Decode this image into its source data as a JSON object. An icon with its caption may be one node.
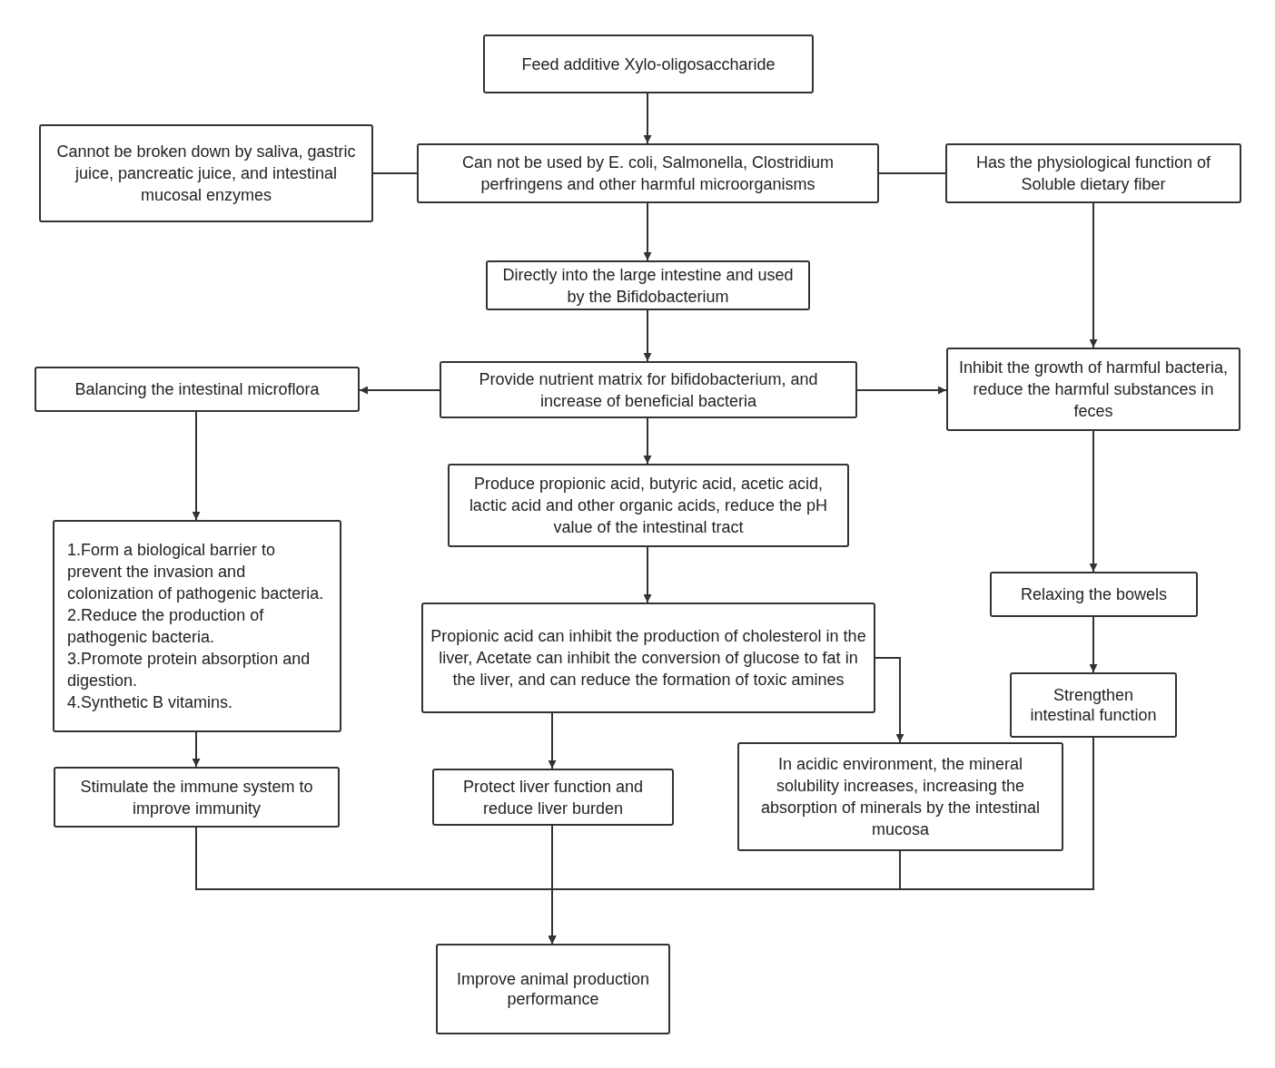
{
  "diagram": {
    "nodes": [
      {
        "text": [
          "Feed additive Xylo-oligosaccharide"
        ]
      },
      {
        "text": [
          "Cannot be broken down by saliva, gastric juice, pancreatic juice, and intestinal mucosal enzymes"
        ]
      },
      {
        "text": [
          "Can not be used by E. coli, Salmonella, Clostridium perfringens and other harmful microorganisms"
        ]
      },
      {
        "text": [
          "Has the physiological function of Soluble dietary fiber"
        ]
      },
      {
        "text": [
          "Directly into the large intestine and used by the Bifidobacterium"
        ]
      },
      {
        "text": [
          "Balancing the intestinal microflora"
        ]
      },
      {
        "text": [
          "Provide nutrient matrix for bifidobacterium, and increase of beneficial bacteria"
        ]
      },
      {
        "text": [
          "Inhibit the growth of harmful bacteria, reduce the harmful substances in feces"
        ]
      },
      {
        "text": [
          "Produce propionic acid, butyric acid, acetic acid, lactic acid and other organic acids, reduce the pH value of the intestinal tract"
        ]
      },
      {
        "text": [
          "1.Form a biological barrier to prevent the invasion and colonization of pathogenic bacteria.",
          "2.Reduce the production of pathogenic bacteria.",
          "3.Promote protein absorption and digestion.",
          "4.Synthetic B vitamins."
        ]
      },
      {
        "text": [
          "Relaxing the bowels"
        ]
      },
      {
        "text": [
          "Propionic acid can inhibit the production of cholesterol in the liver, Acetate can inhibit the conversion of glucose to fat in the liver, and can reduce the formation of toxic amines"
        ]
      },
      {
        "text": [
          "Strengthen intestinal function"
        ]
      },
      {
        "text": [
          "Stimulate the immune system to improve immunity"
        ]
      },
      {
        "text": [
          "Protect liver function and reduce liver burden"
        ]
      },
      {
        "text": [
          "In acidic environment, the mineral solubility increases, increasing the absorption of minerals by the intestinal mucosa"
        ]
      },
      {
        "text": [
          "Improve animal production performance"
        ]
      }
    ],
    "edges": [
      {
        "from": 0,
        "to": 2,
        "arrow": "to"
      },
      {
        "from": 2,
        "to": 1,
        "arrow": "none"
      },
      {
        "from": 2,
        "to": 3,
        "arrow": "none"
      },
      {
        "from": 2,
        "to": 4,
        "arrow": "to"
      },
      {
        "from": 3,
        "to": 7,
        "arrow": "to"
      },
      {
        "from": 4,
        "to": 6,
        "arrow": "to"
      },
      {
        "from": 6,
        "to": 5,
        "arrow": "to"
      },
      {
        "from": 6,
        "to": 7,
        "arrow": "to"
      },
      {
        "from": 6,
        "to": 8,
        "arrow": "to"
      },
      {
        "from": 5,
        "to": 9,
        "arrow": "to"
      },
      {
        "from": 8,
        "to": 11,
        "arrow": "to"
      },
      {
        "from": 7,
        "to": 10,
        "arrow": "to"
      },
      {
        "from": 10,
        "to": 12,
        "arrow": "to"
      },
      {
        "from": 9,
        "to": 13,
        "arrow": "to"
      },
      {
        "from": 11,
        "to": 14,
        "arrow": "to"
      },
      {
        "from": 11,
        "to": 15,
        "arrow": "to"
      },
      {
        "from": 13,
        "to": 16,
        "arrow": "to"
      },
      {
        "from": 14,
        "to": 16,
        "arrow": "to"
      },
      {
        "from": 15,
        "to": 16,
        "arrow": "to"
      },
      {
        "from": 12,
        "to": 16,
        "arrow": "to"
      }
    ]
  }
}
